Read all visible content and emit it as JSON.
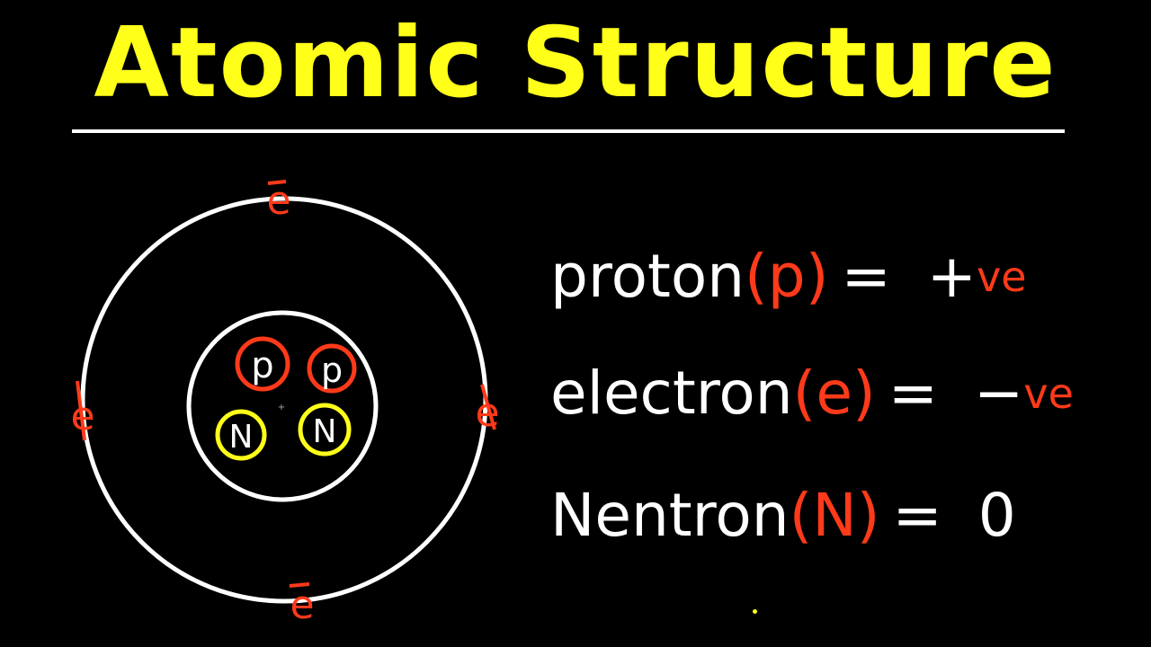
{
  "title": "Atomic Structure",
  "atom": {
    "protons": [
      "p",
      "p"
    ],
    "neutrons": [
      "N",
      "N"
    ],
    "electrons": [
      "e",
      "e",
      "e",
      "e"
    ]
  },
  "definitions": [
    {
      "name": "proton",
      "symbol": "p",
      "equals": "=",
      "charge_sign": "+",
      "charge_unit": "ve"
    },
    {
      "name": "electron",
      "symbol": "e",
      "equals": "=",
      "charge_sign": "−",
      "charge_unit": "ve"
    },
    {
      "name": "Nentron",
      "symbol": "N",
      "equals": "=",
      "charge_sign": "",
      "charge_unit": "0"
    }
  ],
  "colors": {
    "title": "#ffff1a",
    "red": "#ff3a1a",
    "yellow": "#ffff1a",
    "white": "#ffffff"
  }
}
